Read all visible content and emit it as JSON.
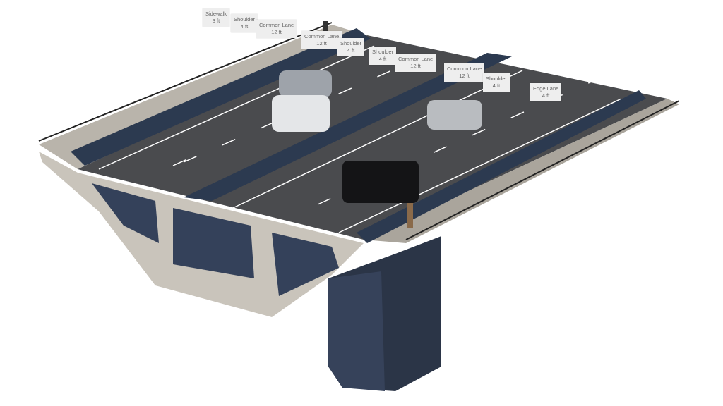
{
  "colors": {
    "asphalt": "#4a4b4e",
    "concrete": "#c9c4bb",
    "barrier": "#2c3a50",
    "pier": "#2b3547",
    "marking": "#ffffff",
    "label_bg": "#eeeeee"
  },
  "labels": [
    {
      "name": "Sidewalk",
      "width": "3 ft"
    },
    {
      "name": "Shoulder",
      "width": "4 ft"
    },
    {
      "name": "Common Lane",
      "width": "12 ft"
    },
    {
      "name": "Common Lane",
      "width": "12 ft"
    },
    {
      "name": "Shoulder",
      "width": "4 ft"
    },
    {
      "name": "Shoulder",
      "width": "4 ft"
    },
    {
      "name": "Common Lane",
      "width": "12 ft"
    },
    {
      "name": "Common Lane",
      "width": "12 ft"
    },
    {
      "name": "Shoulder",
      "width": "4 ft"
    },
    {
      "name": "Edge Lane",
      "width": "4 ft"
    }
  ]
}
